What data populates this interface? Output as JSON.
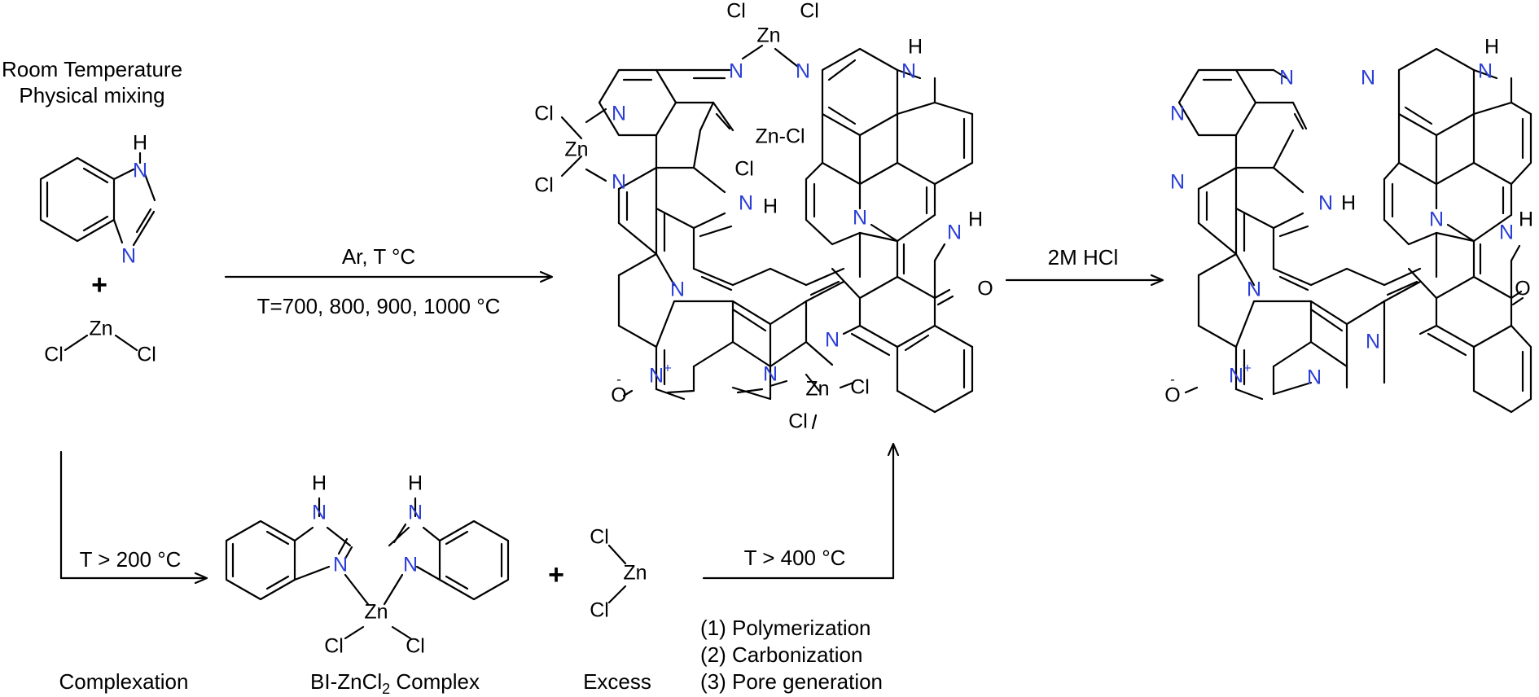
{
  "left": {
    "conditions_line1": "Room Temperature",
    "conditions_line2": "Physical mixing",
    "plus": "+",
    "zn": "Zn",
    "cl": "Cl",
    "n": "N",
    "h": "H"
  },
  "arrow_top": {
    "label_above": "Ar, T °C",
    "label_below": "T=700, 800, 900, 1000 °C"
  },
  "arrow_hcl": {
    "label": "2M HCl"
  },
  "arrow_bottom_left": {
    "label": "T > 200 °C"
  },
  "arrow_bottom_right": {
    "label": "T > 400 °C",
    "steps": [
      "(1) Polymerization",
      "(2) Carbonization",
      "(3) Pore generation"
    ]
  },
  "bottom_labels": {
    "complexation": "Complexation",
    "complex_prefix": "BI-ZnCl",
    "complex_sub": "2",
    "complex_suffix": " Complex",
    "excess": "Excess",
    "plus": "+"
  },
  "atoms": {
    "N": "N",
    "H": "H",
    "O": "O",
    "Zn": "Zn",
    "Cl": "Cl",
    "ZnCl": "Zn-Cl",
    "plus_charge": "+",
    "minus_charge": "-"
  },
  "colors": {
    "nitrogen": "#2b3fd6",
    "bond": "#000000"
  }
}
